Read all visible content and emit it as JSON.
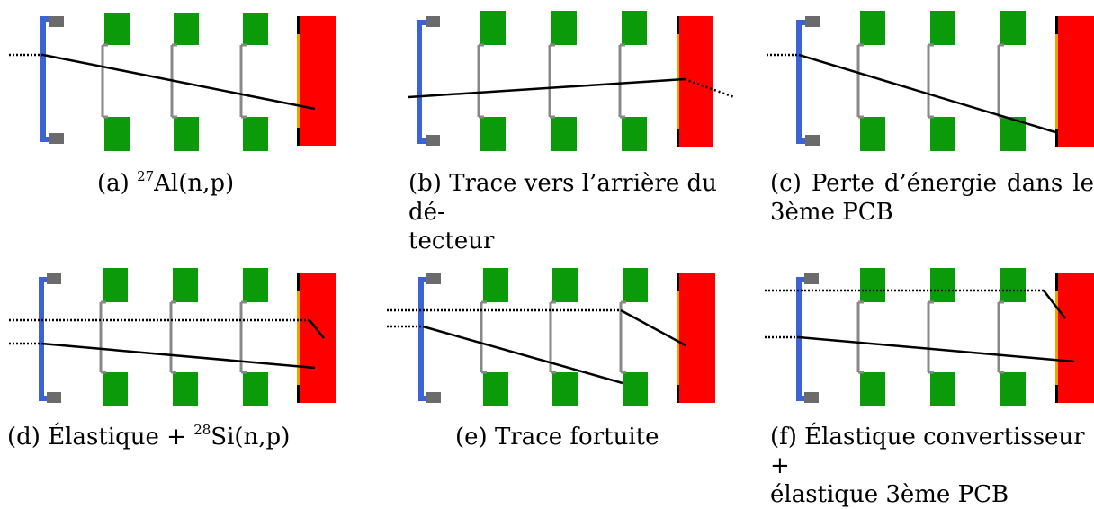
{
  "colors": {
    "converter": "#3b63d6",
    "converter_bracket": "#6b6b6b",
    "pcb_pad": "#0a9a0a",
    "pcb_line": "#888888",
    "calorimeter": "#ff0000",
    "calorimeter_edge": "#f2a000",
    "track": "#000000"
  },
  "panels": [
    {
      "id": "a",
      "caption": {
        "prefix": "(a) ",
        "sup": "27",
        "text": "Al(n,p)"
      }
    },
    {
      "id": "b",
      "caption": {
        "line1": "(b) Trace vers l’arrière du dé-",
        "line2": "tecteur"
      }
    },
    {
      "id": "c",
      "caption": {
        "line1": "(c) Perte d’énergie dans le",
        "line2": "3ème PCB"
      }
    },
    {
      "id": "d",
      "caption": {
        "prefix": "(d) Élastique + ",
        "sup": "28",
        "text": "Si(n,p)"
      }
    },
    {
      "id": "e",
      "caption": {
        "text": "(e) Trace fortuite"
      }
    },
    {
      "id": "f",
      "caption": {
        "line1": "(f) Élastique convertisseur +",
        "line2": "élastique 3ème PCB"
      }
    }
  ]
}
